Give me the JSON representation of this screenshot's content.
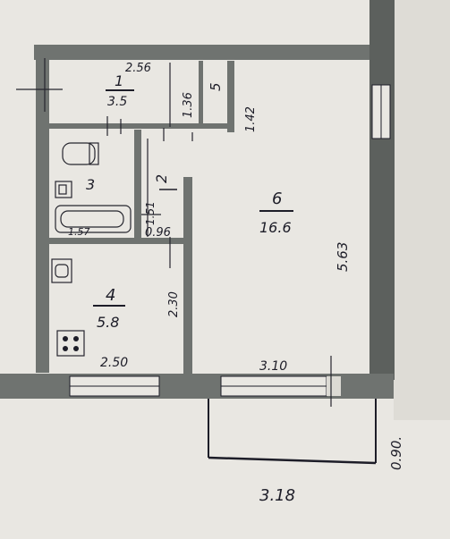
{
  "rooms": [
    {
      "number": "1",
      "area": "3.5"
    },
    {
      "number": "2",
      "area": ""
    },
    {
      "number": "3",
      "area": ""
    },
    {
      "number": "4",
      "area": "5.8"
    },
    {
      "number": "5",
      "area": ""
    },
    {
      "number": "6",
      "area": "16.6"
    }
  ],
  "dimensions": {
    "d_2_56": "2.56",
    "d_1_36": "1.36",
    "d_1_42": "1.42",
    "d_1_57": "1.57",
    "d_1_51": "1.51",
    "d_0_96": "0.96",
    "d_2_30": "2.30",
    "d_2_50": "2.50",
    "d_3_10": "3.10",
    "d_5_63": "5.63",
    "d_0_90": "0.90.",
    "d_3_18": "3.18"
  },
  "colors": {
    "wall": "#6f7370",
    "ink": "#1d1d28",
    "paper": "#e9e7e2"
  }
}
